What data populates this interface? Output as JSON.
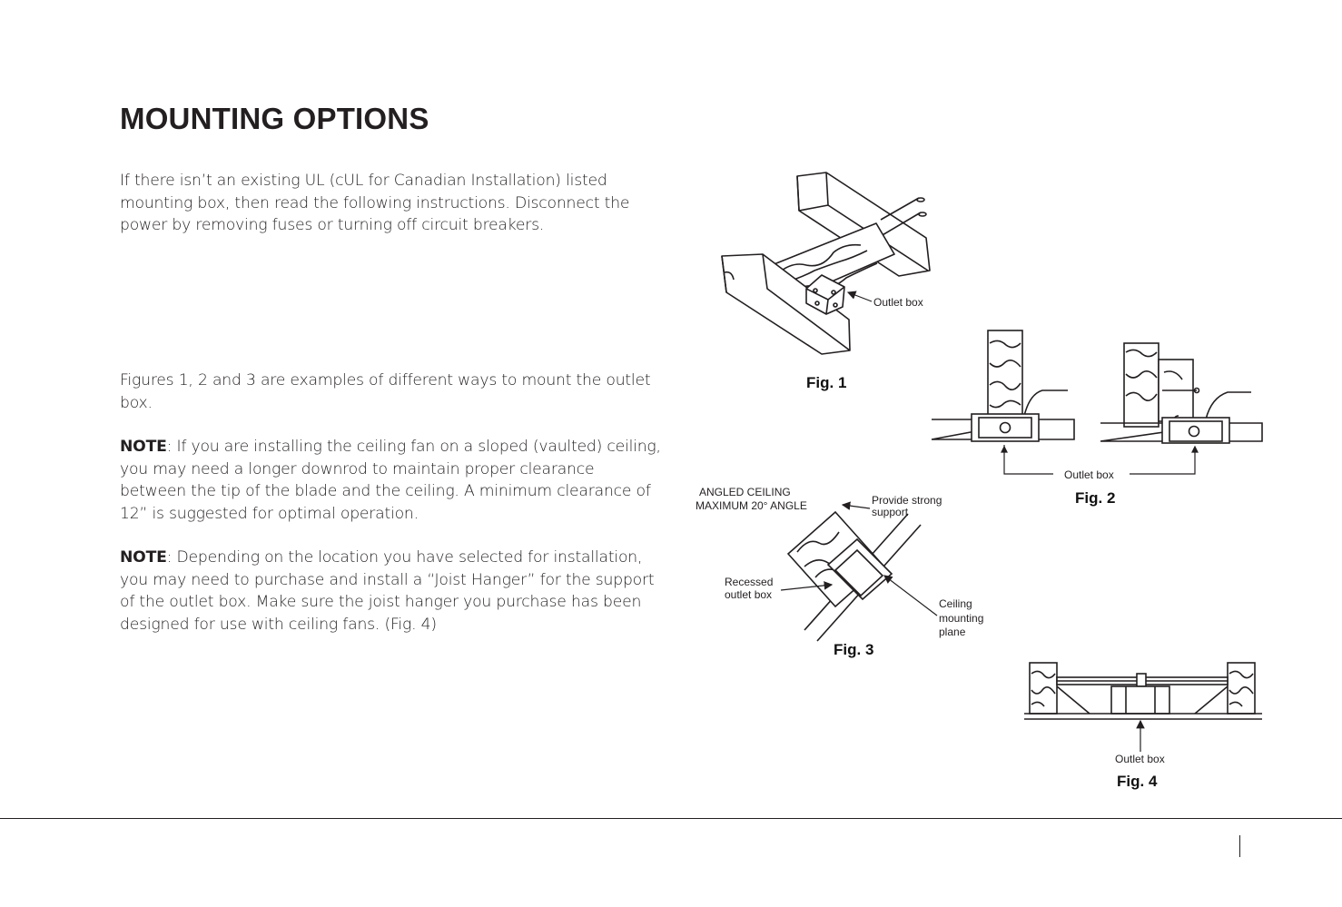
{
  "title": "MOUNTING OPTIONS",
  "intro": "If there isn’t an existing UL (cUL for Canadian Installation) listed mounting box, then read the following instructions. Disconnect the power by removing fuses or turning off circuit breakers.",
  "figures_text": "Figures 1, 2 and 3 are examples of different ways to mount the outlet box.",
  "note1": {
    "label": "NOTE",
    "text": ": If you are installing the ceiling fan on a sloped (vaulted) ceiling, you may need a longer downrod to maintain proper clearance between the tip of the blade and the ceiling. A minimum clearance of 12” is suggested for optimal operation."
  },
  "note2": {
    "label": "NOTE",
    "text": ": Depending on the location you have selected for installation, you may need to purchase and install a “Joist Hanger” for the support of the outlet box. Make sure the joist hanger you purchase has been designed for use with ceiling fans. (Fig. 4)"
  },
  "fig1": {
    "caption": "Fig. 1",
    "callout": "Outlet box"
  },
  "fig2": {
    "caption": "Fig. 2",
    "callout": "Outlet box"
  },
  "fig3": {
    "caption": "Fig. 3",
    "angle_line1": "ANGLED CEILING",
    "angle_line2": "MAXIMUM 20° ANGLE",
    "support_line1": "Provide strong",
    "support_line2": "support",
    "recessed_line1": "Recessed",
    "recessed_line2": "outlet box",
    "plane_line1": "Ceiling",
    "plane_line2": "mounting",
    "plane_line3": "plane"
  },
  "fig4": {
    "caption": "Fig. 4",
    "callout": "Outlet box"
  }
}
